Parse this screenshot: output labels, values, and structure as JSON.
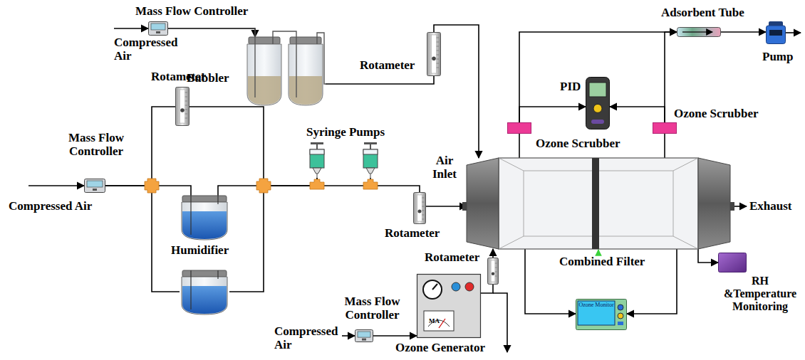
{
  "diagram": {
    "nodes": [
      {
        "text": [
          "Mass Flow Controller"
        ]
      },
      {
        "text": [
          "Bubbler"
        ]
      },
      {
        "text": [
          "Rotameter"
        ]
      },
      {
        "text": [
          "Mass Flow Controller"
        ]
      },
      {
        "text": [
          "Rotameter"
        ]
      },
      {
        "text": [
          "Humidifier"
        ]
      },
      {
        "text": [
          "Syringe Pumps"
        ]
      },
      {
        "text": [
          "Rotameter"
        ]
      },
      {
        "text": [
          "Combined Filter"
        ]
      },
      {
        "text": [
          "Mass Flow Controller"
        ]
      },
      {
        "text": [
          "MA",
          "Ozone Generator"
        ]
      },
      {
        "text": [
          "Rotameter"
        ]
      },
      {
        "text": [
          "PID"
        ]
      },
      {
        "text": [
          "Ozone Scrubber"
        ]
      },
      {
        "text": [
          "Ozone Scrubber"
        ]
      },
      {
        "text": [
          "Adsorbent Tube"
        ]
      },
      {
        "text": [
          "Pump"
        ]
      },
      {
        "text": [
          "Ozone Monitor"
        ]
      },
      {
        "text": [
          "RH &Temperature Monitoring"
        ]
      }
    ],
    "edges": [
      {
        "from": 0,
        "to": 1,
        "arrow": "to"
      },
      {
        "from": 1,
        "to": 2,
        "arrow": "none"
      },
      {
        "from": 2,
        "to": 8,
        "arrow": "to"
      },
      {
        "from": 3,
        "to": 4,
        "arrow": "none"
      },
      {
        "from": 3,
        "to": 5,
        "arrow": "none"
      },
      {
        "from": 4,
        "to": 6,
        "arrow": "none"
      },
      {
        "from": 5,
        "to": 6,
        "arrow": "none"
      },
      {
        "from": 6,
        "to": 7,
        "arrow": "none"
      },
      {
        "from": 7,
        "to": 8,
        "arrow": "to"
      },
      {
        "from": 9,
        "to": 10,
        "arrow": "to"
      },
      {
        "from": 10,
        "to": 11,
        "arrow": "none"
      },
      {
        "from": 11,
        "to": 8,
        "arrow": "to"
      },
      {
        "from": 8,
        "to": 13,
        "arrow": "none"
      },
      {
        "from": 8,
        "to": 14,
        "arrow": "none"
      },
      {
        "from": 13,
        "to": 15,
        "arrow": "to"
      },
      {
        "from": 14,
        "to": 15,
        "arrow": "to"
      },
      {
        "from": 13,
        "to": 12,
        "arrow": "to"
      },
      {
        "from": 14,
        "to": 12,
        "arrow": "to"
      },
      {
        "from": 15,
        "to": 16,
        "arrow": "to"
      },
      {
        "from": 8,
        "to": 17,
        "arrow": "to"
      },
      {
        "from": 8,
        "to": 17,
        "arrow": "to"
      },
      {
        "from": 8,
        "to": 18,
        "arrow": "to"
      }
    ],
    "labels": [
      "Compressed Air",
      "Compressed Air",
      "Compressed Air",
      "Air Inlet",
      "Exhaust"
    ]
  }
}
